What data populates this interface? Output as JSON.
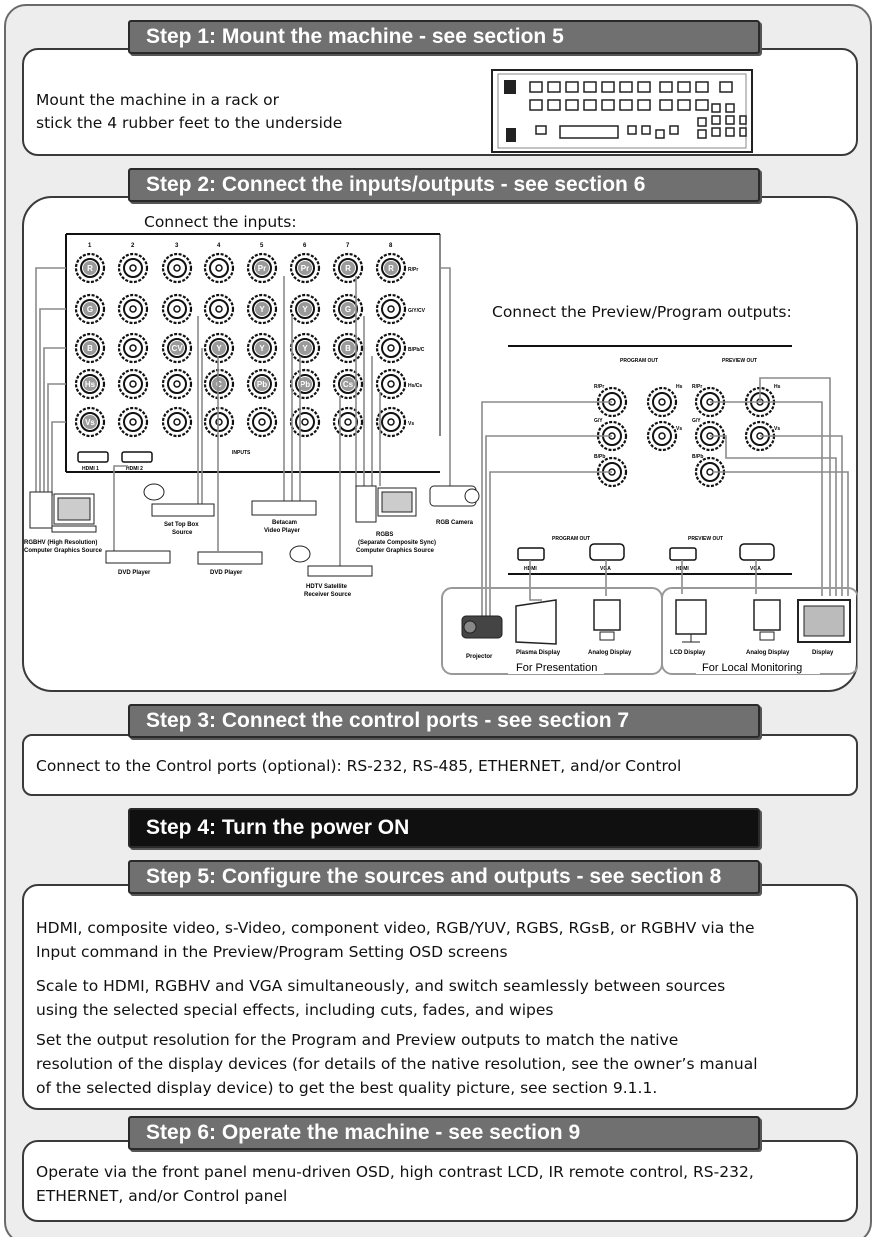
{
  "steps": [
    {
      "title": "Step 1: Mount the machine - see section 5",
      "lines": [
        "Mount the machine in a rack or",
        "stick the 4 rubber feet to the underside"
      ]
    },
    {
      "title": "Step 2: Connect the inputs/outputs - see section 6",
      "inputs_title": "Connect the inputs:",
      "outputs_title": "Connect the Preview/Program outputs:"
    },
    {
      "title": "Step 3: Connect the control ports - see section 7",
      "lines": [
        "Connect to the Control ports (optional): RS-232, RS-485, ETHERNET, and/or Control"
      ]
    },
    {
      "title": "Step 4: Turn the power ON"
    },
    {
      "title": "Step 5: Configure the sources and outputs - see section 8",
      "paragraphs": [
        [
          "HDMI, composite video, s-Video, component video, RGB/YUV, RGBS, RGsB, or RGBHV via the",
          "Input command in the Preview/Program Setting OSD screens"
        ],
        [
          "Scale to HDMI, RGBHV and VGA simultaneously, and switch seamlessly between sources",
          "using the selected special effects, including cuts, fades, and wipes"
        ],
        [
          "Set the output resolution for the Program and Preview outputs to match the native",
          "resolution of the display devices (for details of the native resolution, see the owner’s manual",
          "of the selected display device) to get the best quality picture, see section 9.1.1."
        ]
      ]
    },
    {
      "title": "Step 6: Operate the machine - see section 9",
      "lines": [
        "Operate via the front panel menu-driven OSD, high contrast LCD, IR remote control, RS-232,",
        "ETHERNET, and/or Control panel"
      ]
    }
  ],
  "input_panel": {
    "columns": [
      "1",
      "2",
      "3",
      "4",
      "5",
      "6",
      "7",
      "8"
    ],
    "row_labels": [
      "R/Pr",
      "G/Y/CV",
      "B/Pb/C",
      "Hs/Cs",
      "Vs"
    ],
    "bnc_letters": {
      "col1": [
        "R",
        "G",
        "B",
        "Hs",
        "Vs"
      ],
      "col3": [
        "",
        "",
        "CV",
        "",
        ""
      ],
      "col4": [
        "",
        "",
        "Y",
        "C",
        ""
      ],
      "col5": [
        "Pr",
        "Y",
        "Y",
        "Pb",
        ""
      ],
      "col6": [
        "Pr",
        "Y",
        "Y",
        "Pb",
        ""
      ],
      "col7": [
        "R",
        "G",
        "B",
        "Cs",
        ""
      ],
      "col8": [
        "R",
        "",
        "",
        "",
        ""
      ]
    },
    "hdmi_labels": [
      "HDMI 1",
      "HDMI 2"
    ],
    "inputs_label": "INPUTS"
  },
  "sources": {
    "rgbhv": [
      "RGBHV (High Resolution)",
      "Computer Graphics Source"
    ],
    "dvd1": "DVD Player",
    "stb": [
      "Set Top Box",
      "Source"
    ],
    "dvd2": "DVD Player",
    "betacam": [
      "Betacam",
      "Video Player"
    ],
    "hdtv": [
      "HDTV Satellite",
      "Receiver Source"
    ],
    "rgbs": [
      "RGBS",
      "(Separate Composite Sync)",
      "Computer Graphics Source"
    ],
    "camera": "RGB Camera"
  },
  "output_panel": {
    "program_out": "PROGRAM OUT",
    "preview_out": "PREVIEW OUT",
    "prog_labels": [
      "R/Pr",
      "Hs",
      "G/Y",
      "Vs",
      "B/Pb"
    ],
    "prev_labels": [
      "R/Pr",
      "Hs",
      "G/Y",
      "Vs",
      "B/Pb"
    ],
    "hdmi": "HDMI",
    "vga": "VGA"
  },
  "displays": {
    "projector": "Projector",
    "plasma": "Plasma Display",
    "analog1": "Analog Display",
    "lcd": "LCD Display",
    "analog2": "Analog Display",
    "display": "Display",
    "group1": "For Presentation",
    "group2": "For Local Monitoring"
  }
}
